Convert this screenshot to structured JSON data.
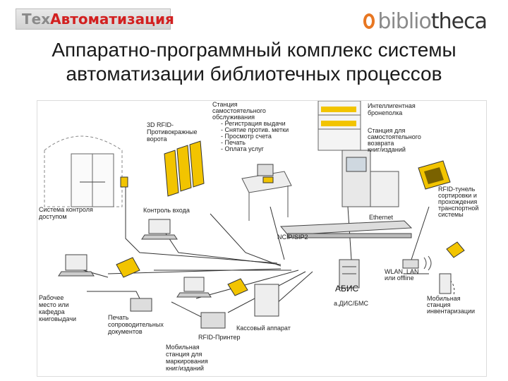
{
  "header": {
    "logo_left_part1": "Тех",
    "logo_left_part2": "Автоматизация",
    "logo_right_part1": "biblio",
    "logo_right_part2": "theca"
  },
  "title": {
    "line1": "Аппаратно-программный комплекс системы",
    "line2": "автоматизации библиотечных процессов"
  },
  "colors": {
    "rfid_yellow": "#f2c400",
    "accent_orange": "#e87722",
    "logo_red": "#d22020"
  },
  "diagram": {
    "labels": {
      "rfid_gates": [
        "3D RFID-",
        "Противокражные",
        "ворота"
      ],
      "self_service": [
        "Станция",
        "самостоятельного",
        "обслуживания",
        "- Регистрация выдачи",
        "- Снятие против. метки",
        "- Просмотр счета",
        "- Печать",
        "- Оплата услуг"
      ],
      "smart_shelf": [
        "Интеллигентная",
        "бронеполка"
      ],
      "return_station": [
        "Станция для",
        "самостоятельного",
        "возврата",
        "книг/изданий"
      ],
      "access_control": [
        "Система контроля",
        "доступом"
      ],
      "entry_control": "Контроль входа",
      "rfid_tunnel": [
        "RFID-тунель",
        "сортировки и",
        "прохождения",
        "транспортной",
        "системы"
      ],
      "ncip": "NCIP/SIP2",
      "ethernet": "Ethernet",
      "abis": "АБИС",
      "wlan": [
        "WLAN, LAN",
        "или offline"
      ],
      "dis": "a.ДИС/БМС",
      "workplace": [
        "Рабочее",
        "место или",
        "кафедра",
        "книговыдачи"
      ],
      "print_docs": [
        "Печать",
        "сопроводительных",
        "документов"
      ],
      "cash_register": "Кассовый аппарат",
      "rfid_printer": "RFID-Принтер",
      "mobile_marking": [
        "Мобильная",
        "станция для",
        "маркирования",
        "книг/изданий"
      ],
      "mobile_inventory": [
        "Мобильная",
        "станция",
        "инвентаризации"
      ]
    }
  }
}
